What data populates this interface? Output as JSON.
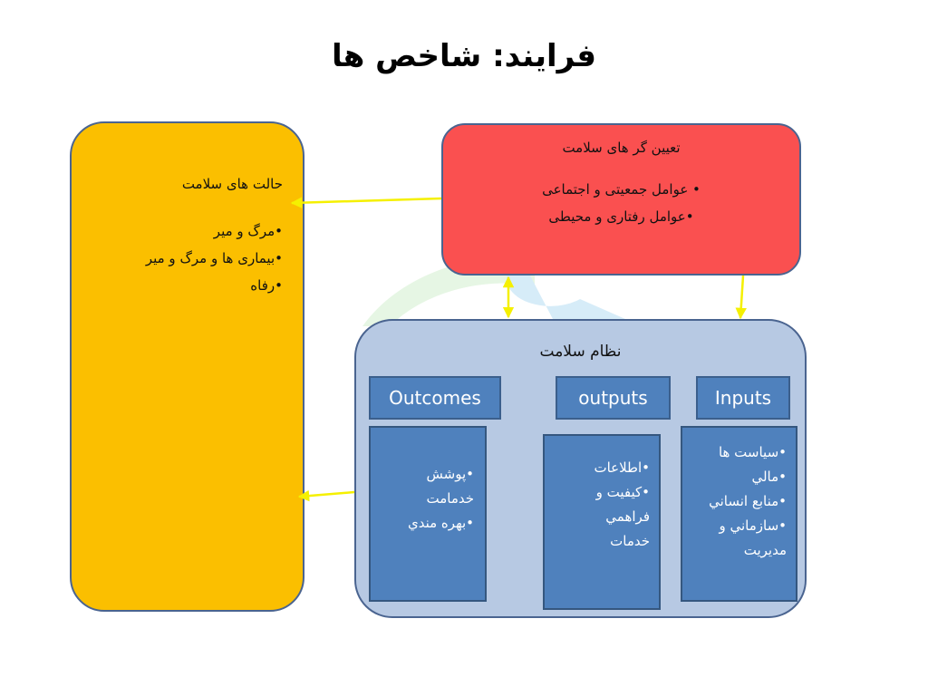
{
  "title": "فرایند: شاخص ها",
  "health_states": {
    "heading": "حالت های سلامت",
    "items": [
      "•مرگ و میر",
      "•بیماری ها و مرگ و میر",
      "•رفاه"
    ]
  },
  "determinants": {
    "heading": "تعیین گر های سلامت",
    "items": [
      "• عوامل جمعیتی و اجتماعی",
      "•عوامل رفتاری و محیطی"
    ]
  },
  "health_system": {
    "heading": "نظام سلامت",
    "outcomes": {
      "label": "Outcomes",
      "items": [
        "•پوشش",
        "خدمامت",
        "•بهره مندي"
      ]
    },
    "outputs": {
      "label": "outputs",
      "items": [
        "•اطلاعات",
        "•کیفیت و",
        "فراهمي",
        "خدمات"
      ]
    },
    "inputs": {
      "label": "Inputs",
      "items": [
        "•سیاست ها",
        "•مالي",
        "•منابع انساني",
        "•سازماني و",
        "مدیریت"
      ]
    }
  },
  "colors": {
    "health_states_fill": "#fbbf00",
    "determinants_fill": "#fa5050",
    "system_fill": "#b7c9e3",
    "box_fill": "#4f81bd",
    "arrow": "#f5f000",
    "outline": "#4a6490"
  }
}
